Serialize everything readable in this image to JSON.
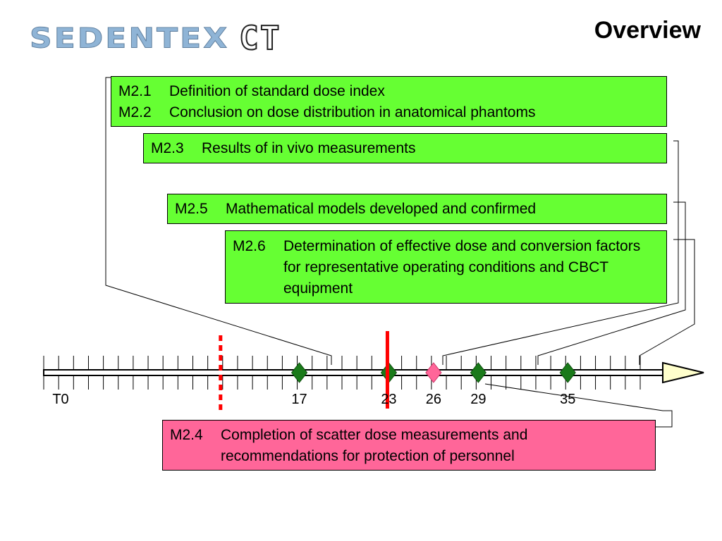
{
  "header": {
    "logo_main": "SEDENTEX",
    "logo_suffix": "CT",
    "title": "Overview"
  },
  "milestone_boxes": [
    {
      "id": "m21-22",
      "color": "green",
      "lines": [
        {
          "code": "M2.1",
          "text": "Definition of standard dose index"
        },
        {
          "code": "M2.2",
          "text": "Conclusion on dose distribution in anatomical phantoms"
        }
      ]
    },
    {
      "id": "m23",
      "color": "green",
      "lines": [
        {
          "code": "M2.3",
          "text": "Results of in vivo measurements"
        }
      ]
    },
    {
      "id": "m25",
      "color": "green",
      "lines": [
        {
          "code": "M2.5",
          "text": "Mathematical models developed and confirmed"
        }
      ]
    },
    {
      "id": "m26",
      "color": "green",
      "lines": [
        {
          "code": "M2.6",
          "text": "Determination of effective dose and conversion factors for representative operating conditions and CBCT equipment"
        }
      ]
    },
    {
      "id": "m24",
      "color": "pink",
      "lines": [
        {
          "code": "M2.4",
          "text": "Completion of scatter dose measurements and recommendations for protection of personnel"
        }
      ]
    }
  ],
  "timeline": {
    "start_label": "T0",
    "month_count": 40,
    "labeled_months": [
      {
        "month": 0,
        "label": "T0"
      },
      {
        "month": 17,
        "label": "17"
      },
      {
        "month": 23,
        "label": "23"
      },
      {
        "month": 26,
        "label": "26"
      },
      {
        "month": 29,
        "label": "29"
      },
      {
        "month": 35,
        "label": "35"
      }
    ],
    "milestones": [
      {
        "month": 17,
        "color": "#1a7a1a"
      },
      {
        "month": 23,
        "color": "#1a7a1a"
      },
      {
        "month": 26,
        "color": "#ff6699"
      },
      {
        "month": 29,
        "color": "#1a7a1a"
      },
      {
        "month": 35,
        "color": "#1a7a1a"
      }
    ],
    "current_month": 23,
    "dashed_marker_month": 12,
    "colors": {
      "current": "#ff0000",
      "dashed": "#ff0000",
      "arrow_fill": "#ffffcc",
      "axis": "#000000"
    }
  }
}
